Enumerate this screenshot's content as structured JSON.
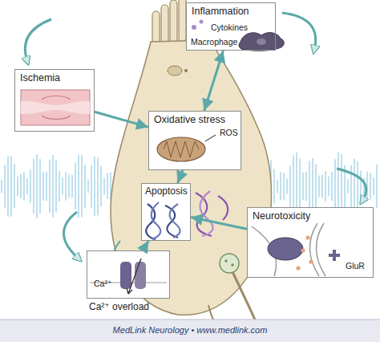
{
  "diagram": {
    "nodes": [
      {
        "text": [
          "Inflammation",
          "Cytokines",
          "Macrophage"
        ]
      },
      {
        "text": [
          "Ischemia"
        ]
      },
      {
        "text": [
          "Oxidative stress",
          "ROS"
        ]
      },
      {
        "text": [
          "Apoptosis"
        ]
      },
      {
        "text": [
          "Neurotoxicity",
          "GluR"
        ]
      },
      {
        "text": [
          "Ca²⁺",
          "Ca²⁺ overload"
        ]
      }
    ],
    "edges": [
      {
        "from": 1,
        "to": 2,
        "arrow": "to"
      },
      {
        "from": 0,
        "to": 2,
        "arrow": "both"
      },
      {
        "from": 2,
        "to": 3,
        "arrow": "to"
      },
      {
        "from": 4,
        "to": 3,
        "arrow": "to"
      },
      {
        "from": 5,
        "to": 3,
        "arrow": "to"
      }
    ],
    "labels": [
      "MedLink Neurology • www.medlink.com"
    ]
  }
}
